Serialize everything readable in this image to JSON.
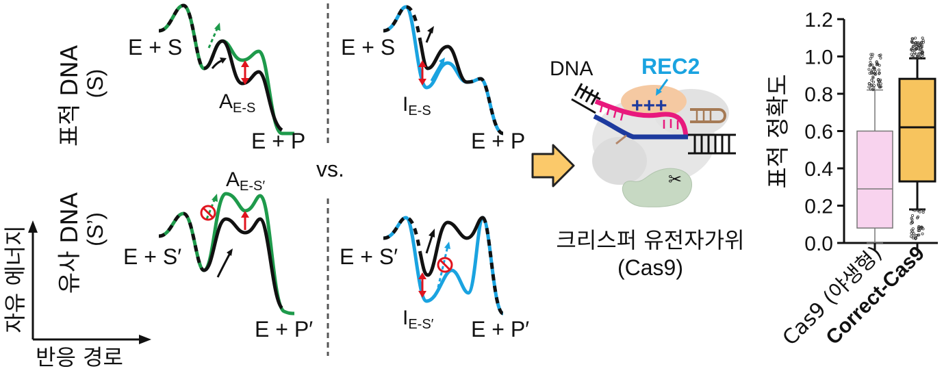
{
  "labels": {
    "target_dna": "표적 DNA",
    "target_sym": "(S)",
    "similar_dna": "유사 DNA",
    "similar_sym": "(S’)",
    "y_axis": "자유 에너지",
    "x_axis": "반응 경로",
    "vs": "vs.",
    "es": "E + S",
    "ep": "E + P",
    "es_prime": "E + S′",
    "ep_prime": "E + P′",
    "a_main": "A",
    "a_sub": "E-S",
    "a_prime_sub": "E-S′",
    "i_main": "I",
    "i_sub": "E-S",
    "i_prime_sub": "E-S′"
  },
  "protein": {
    "dna_label": "DNA",
    "rec2_label": "REC2",
    "charge": "+++",
    "name": "크리스퍼 유전자가위",
    "name_sub": "(Cas9)"
  },
  "colors": {
    "green": "#1e9a4b",
    "blue": "#1aa3e0",
    "red": "#e0141e",
    "pink": "#e8197d",
    "navy": "#1d3a9e",
    "arrow_fill": "#fbc96a",
    "box_wt": "#f8d3ee",
    "box_correct": "#f7c45e"
  },
  "chart_data": {
    "type": "box",
    "ylabel": "표적 정확도",
    "ylim": [
      0,
      1.2
    ],
    "yticks": [
      "0.0",
      "0.2",
      "0.4",
      "0.6",
      "0.8",
      "1.0",
      "1.2"
    ],
    "categories": [
      "Cas9 (야생형)",
      "Correct-Cas9"
    ],
    "boxes": [
      {
        "name": "Cas9 (야생형)",
        "whisker_low": 0.0,
        "q1": 0.08,
        "median": 0.29,
        "q3": 0.6,
        "whisker_high": 0.82
      },
      {
        "name": "Correct-Cas9",
        "whisker_low": 0.18,
        "q1": 0.33,
        "median": 0.62,
        "q3": 0.88,
        "whisker_high": 0.99
      }
    ]
  }
}
